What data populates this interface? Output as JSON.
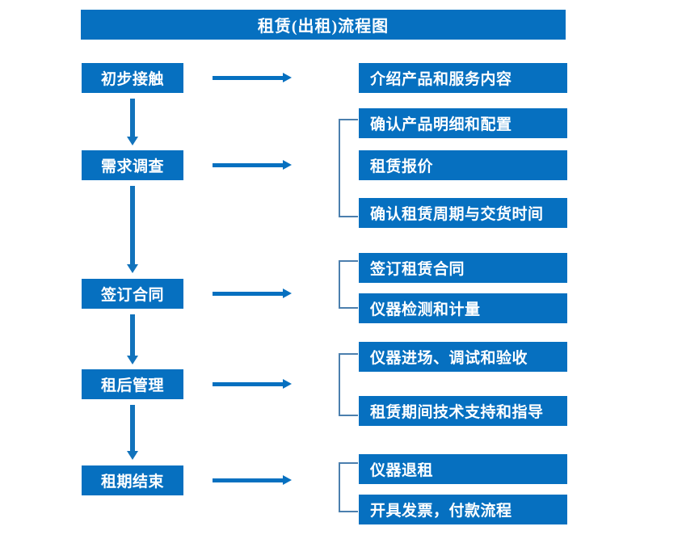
{
  "title": "租赁(出租)流程图",
  "colors": {
    "box_fill": "#0670c0",
    "box_text": "#ffffff",
    "arrow": "#0670c0",
    "vertical_arrow": "#1273bc",
    "bracket": "#4b7fae",
    "background": "#ffffff"
  },
  "stages": [
    {
      "label": "初步接触"
    },
    {
      "label": "需求调查"
    },
    {
      "label": "签订合同"
    },
    {
      "label": "租后管理"
    },
    {
      "label": "租期结束"
    }
  ],
  "details": [
    {
      "label": "介绍产品和服务内容"
    },
    {
      "label": "确认产品明细和配置"
    },
    {
      "label": "租赁报价"
    },
    {
      "label": "确认租赁周期与交货时间"
    },
    {
      "label": "签订租赁合同"
    },
    {
      "label": "仪器检测和计量"
    },
    {
      "label": "仪器进场、调试和验收"
    },
    {
      "label": "租赁期间技术支持和指导"
    },
    {
      "label": "仪器退租"
    },
    {
      "label": "开具发票，付款流程"
    }
  ]
}
